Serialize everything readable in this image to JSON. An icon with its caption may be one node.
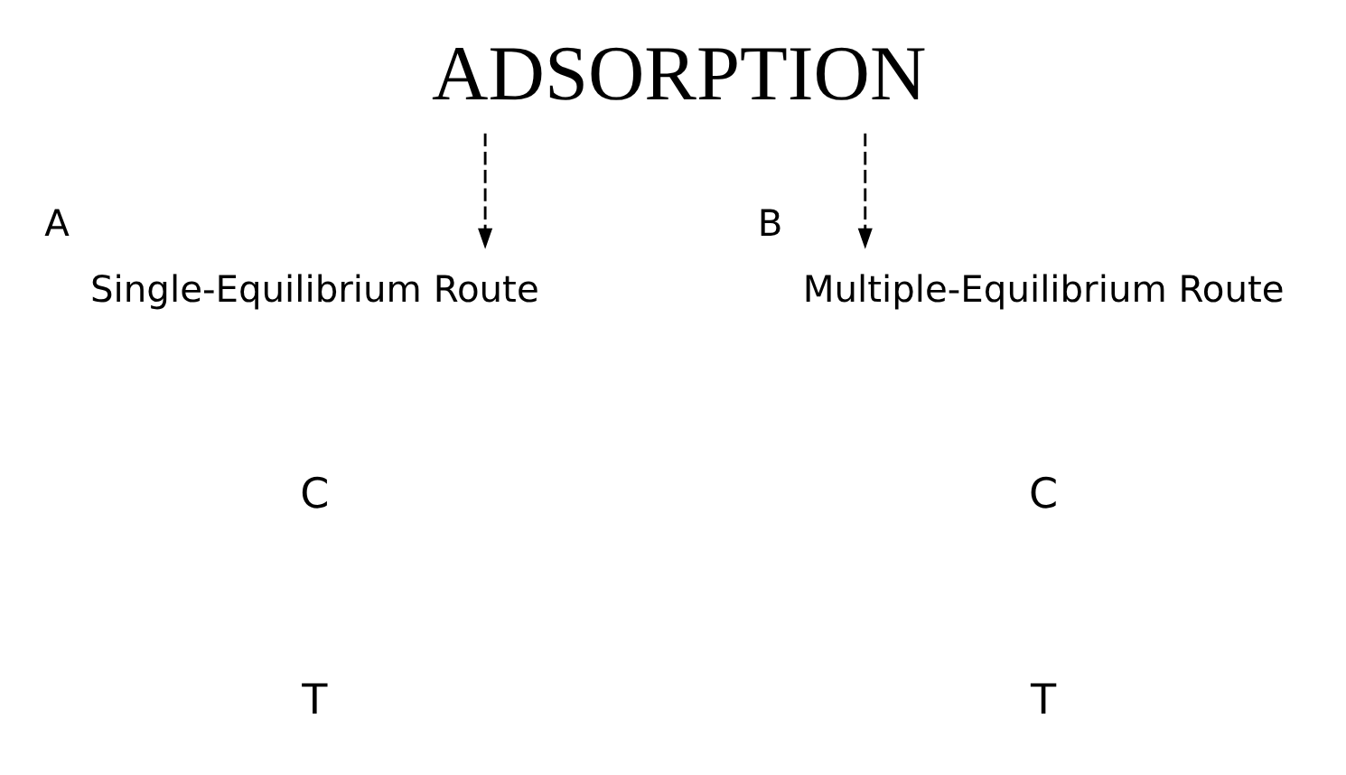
{
  "diagram": {
    "nodes": [
      {
        "text": [
          "ADSORPTION"
        ]
      },
      {
        "text": [
          "Single-Equilibrium Route"
        ],
        "beside": [
          "A"
        ]
      },
      {
        "text": [
          "Multiple-Equilibrium Route"
        ],
        "beside": [
          "B"
        ]
      }
    ],
    "edges": [
      {
        "from": 0,
        "to": 1,
        "arrow": "to",
        "style": "dashed"
      },
      {
        "from": 0,
        "to": 2,
        "arrow": "to",
        "style": "dashed"
      }
    ],
    "labels": [
      "C",
      "T",
      "C",
      "T"
    ]
  }
}
